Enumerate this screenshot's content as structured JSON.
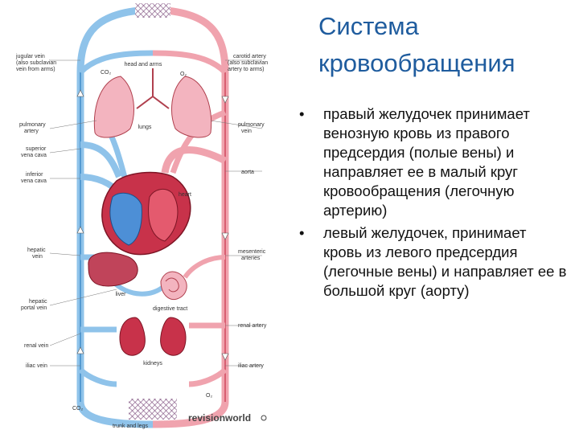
{
  "title_line1": "Система",
  "title_line2": "кровообращения",
  "bullets": [
    "правый желудочек принимает венозную кровь из правого предсердия (полые вены) и направляет ее в малый круг кровообращения (легочную артерию)",
    "левый желудочек, принимает кровь из левого предсердия (легочные вены) и направляет ее в большой круг (аорту)"
  ],
  "diagram": {
    "labels": {
      "jugular_vein": [
        "jugular vein",
        "(also subclavian",
        "vein from arms)"
      ],
      "carotid_artery": [
        "carotid artery",
        "(also subclavian",
        "artery to arms)"
      ],
      "head_and_arms": "head and arms",
      "co2_top": "CO₂",
      "o2_top": "O₂",
      "pulmonary_artery": [
        "pulmonary",
        "artery"
      ],
      "pulmonary_vein": [
        "pulmonary",
        "vein"
      ],
      "lungs": "lungs",
      "superior_vena_cava": [
        "superior",
        "vena cava"
      ],
      "inferior_vena_cava": [
        "inferior",
        "vena cava"
      ],
      "aorta": "aorta",
      "heart": "heart",
      "hepatic_vein": [
        "hepatic",
        "vein"
      ],
      "mesenteric_arteries": [
        "mesenteric",
        "arteries"
      ],
      "liver": "liver",
      "hepatic_portal_vein": [
        "hepatic",
        "portal vein"
      ],
      "digestive_tract": "digestive tract",
      "renal_artery": "renal artery",
      "renal_vein": "renal vein",
      "kidneys": "kidneys",
      "iliac_vein": "iliac vein",
      "iliac_artery": "iliac artery",
      "o2_bottom": "O₂",
      "co2_bottom": "CO₂",
      "trunk_and_legs": "trunk and legs"
    },
    "brand": "revisionworld",
    "colors": {
      "vein": "#8fc3ea",
      "vein_dark": "#2d7fc1",
      "artery": "#f0a3ae",
      "artery_dark": "#c8324a"
    }
  }
}
